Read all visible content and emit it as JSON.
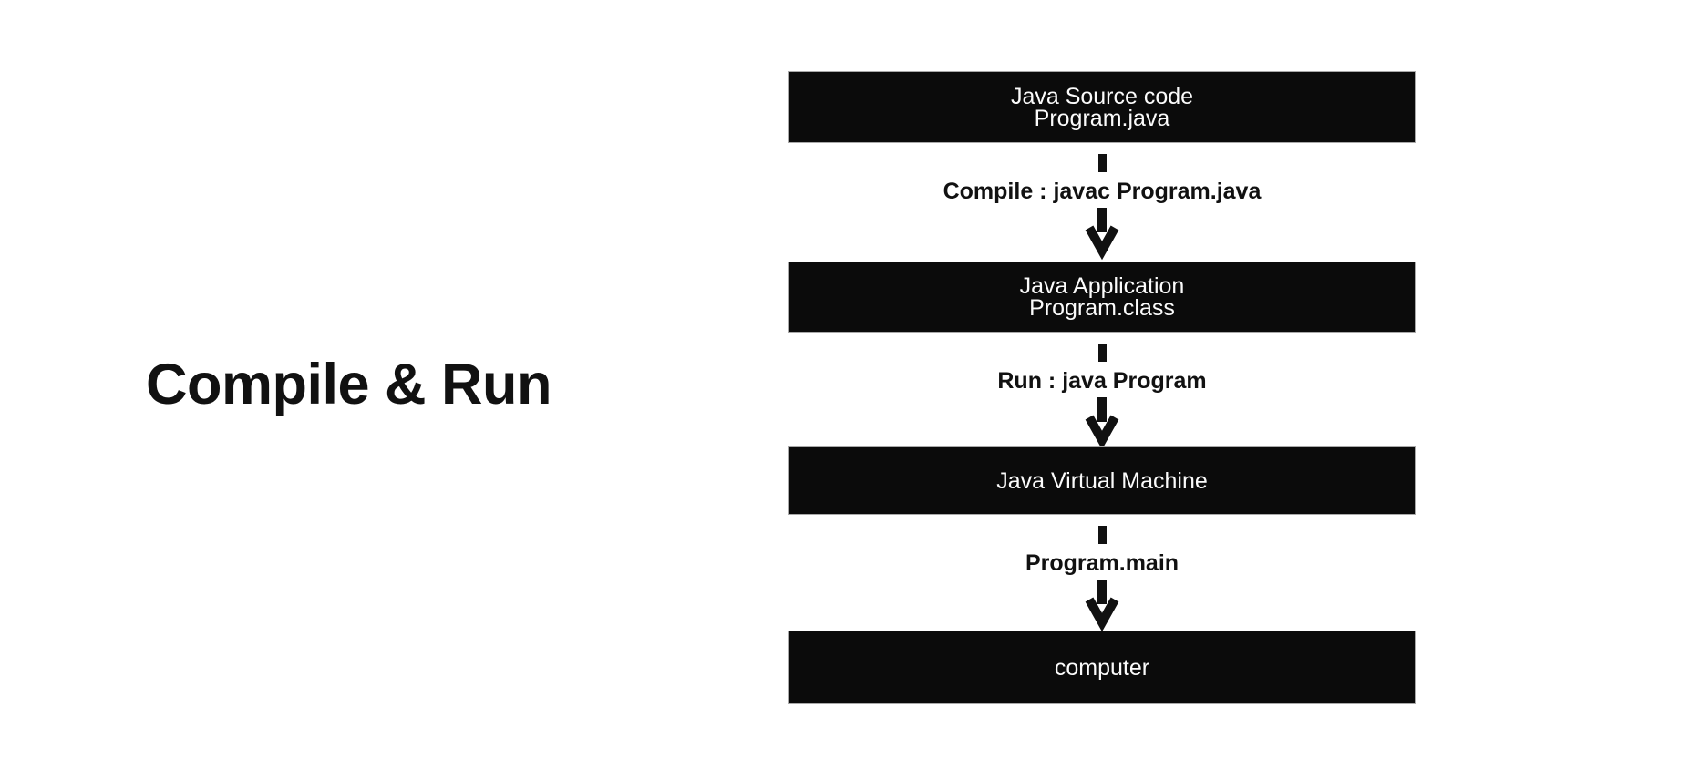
{
  "page": {
    "background": "#ffffff"
  },
  "title": {
    "text": "Compile & Run"
  },
  "colors": {
    "box_background": "#0b0b0b",
    "box_text": "#fbfbfb",
    "box_border": "#a9a9a9",
    "arrow": "#111111",
    "title_text": "#111111"
  },
  "flowchart": {
    "nodes": [
      {
        "id": "source",
        "lines": [
          "Java Source code",
          "Program.java"
        ]
      },
      {
        "id": "application",
        "lines": [
          "Java Application",
          "Program.class"
        ]
      },
      {
        "id": "jvm",
        "lines": [
          "Java Virtual Machine"
        ]
      },
      {
        "id": "computer",
        "lines": [
          "computer"
        ]
      }
    ],
    "connectors": [
      {
        "from": "source",
        "to": "application",
        "label": "Compile : javac Program.java"
      },
      {
        "from": "application",
        "to": "jvm",
        "label": "Run : java Program"
      },
      {
        "from": "jvm",
        "to": "computer",
        "label": "Program.main"
      }
    ]
  }
}
